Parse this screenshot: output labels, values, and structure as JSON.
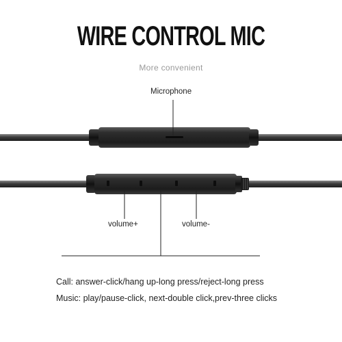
{
  "heading": {
    "title": "WIRE CONTROL MIC",
    "subtitle": "More convenient"
  },
  "labels": {
    "microphone": "Microphone",
    "volume_up": "volume+",
    "volume_down": "volume-"
  },
  "instructions": {
    "call": "Call: answer-click/hang up-long press/reject-long press",
    "music": "Music: play/pause-click, next-double click,prev-three clicks"
  },
  "colors": {
    "cable": "#4a4a4a",
    "housing": "#2b2b2b",
    "text": "#222222",
    "subtitle": "#999999"
  }
}
